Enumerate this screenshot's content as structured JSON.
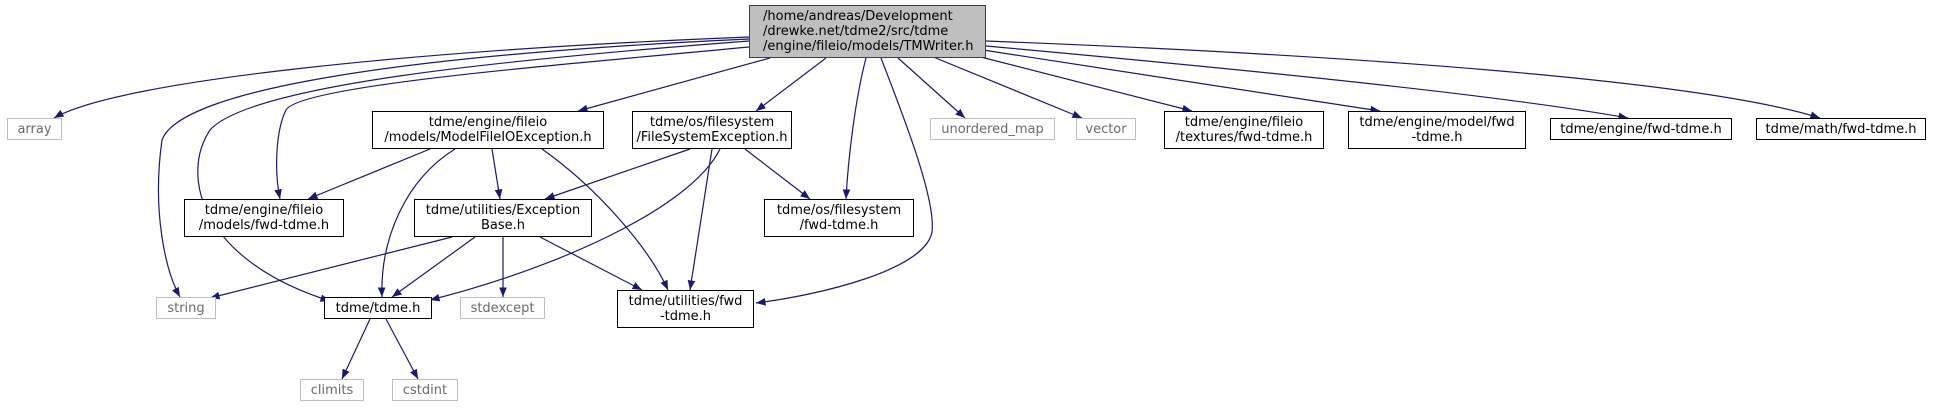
{
  "colors": {
    "edge": "#191970",
    "root_fill": "#bfbfbf",
    "external_border": "#bfbfbf",
    "header_border": "#000000"
  },
  "nodes": {
    "root": {
      "lines": [
        "/home/andreas/Development",
        "/drewke.net/tdme2/src/tdme",
        "/engine/fileio/models/TMWriter.h"
      ]
    },
    "array": {
      "lines": [
        "array"
      ]
    },
    "string": {
      "lines": [
        "string"
      ]
    },
    "tdme": {
      "lines": [
        "tdme/tdme.h"
      ]
    },
    "models_fwd": {
      "lines": [
        "tdme/engine/fileio",
        "/models/fwd-tdme.h"
      ]
    },
    "model_ex": {
      "lines": [
        "tdme/engine/fileio",
        "/models/ModelFileIOException.h"
      ]
    },
    "fs_ex": {
      "lines": [
        "tdme/os/filesystem",
        "/FileSystemException.h"
      ]
    },
    "exc_base": {
      "lines": [
        "tdme/utilities/Exception",
        "Base.h"
      ]
    },
    "util_fwd": {
      "lines": [
        "tdme/utilities/fwd",
        "-tdme.h"
      ]
    },
    "fs_fwd": {
      "lines": [
        "tdme/os/filesystem",
        "/fwd-tdme.h"
      ]
    },
    "stdexcept": {
      "lines": [
        "stdexcept"
      ]
    },
    "climits": {
      "lines": [
        "climits"
      ]
    },
    "cstdint": {
      "lines": [
        "cstdint"
      ]
    },
    "unordered_map": {
      "lines": [
        "unordered_map"
      ]
    },
    "vector": {
      "lines": [
        "vector"
      ]
    },
    "tex_fwd": {
      "lines": [
        "tdme/engine/fileio",
        "/textures/fwd-tdme.h"
      ]
    },
    "model_fwd": {
      "lines": [
        "tdme/engine/model/fwd",
        "-tdme.h"
      ]
    },
    "engine_fwd": {
      "lines": [
        "tdme/engine/fwd-tdme.h"
      ]
    },
    "math_fwd": {
      "lines": [
        "tdme/math/fwd-tdme.h"
      ]
    }
  },
  "edges": [
    [
      "root",
      "array"
    ],
    [
      "root",
      "string"
    ],
    [
      "root",
      "tdme"
    ],
    [
      "root",
      "models_fwd"
    ],
    [
      "root",
      "model_ex"
    ],
    [
      "root",
      "fs_ex"
    ],
    [
      "root",
      "fs_fwd"
    ],
    [
      "root",
      "util_fwd"
    ],
    [
      "root",
      "unordered_map"
    ],
    [
      "root",
      "vector"
    ],
    [
      "root",
      "tex_fwd"
    ],
    [
      "root",
      "model_fwd"
    ],
    [
      "root",
      "engine_fwd"
    ],
    [
      "root",
      "math_fwd"
    ],
    [
      "model_ex",
      "models_fwd"
    ],
    [
      "model_ex",
      "exc_base"
    ],
    [
      "model_ex",
      "tdme"
    ],
    [
      "model_ex",
      "util_fwd"
    ],
    [
      "fs_ex",
      "exc_base"
    ],
    [
      "fs_ex",
      "tdme"
    ],
    [
      "fs_ex",
      "util_fwd"
    ],
    [
      "fs_ex",
      "fs_fwd"
    ],
    [
      "exc_base",
      "string"
    ],
    [
      "exc_base",
      "tdme"
    ],
    [
      "exc_base",
      "stdexcept"
    ],
    [
      "exc_base",
      "util_fwd"
    ],
    [
      "tdme",
      "climits"
    ],
    [
      "tdme",
      "cstdint"
    ]
  ]
}
